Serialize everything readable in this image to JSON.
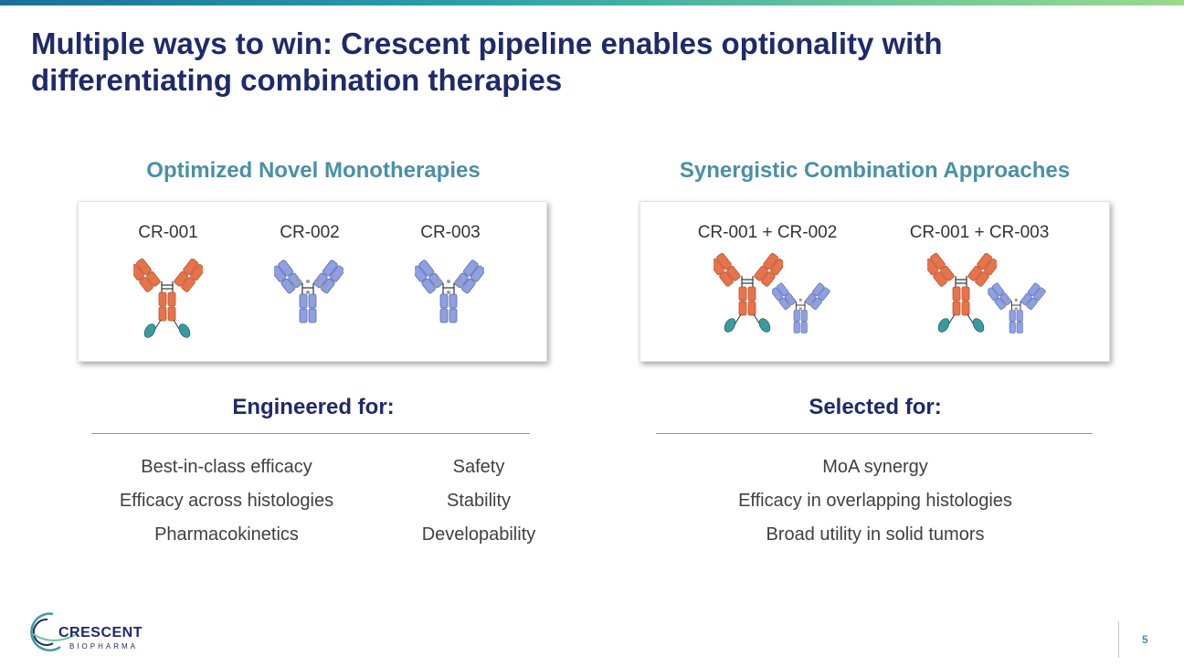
{
  "slide": {
    "title": "Multiple ways to win: Crescent pipeline enables optionality with differentiating combination therapies",
    "page_number": "5"
  },
  "left": {
    "heading": "Optimized Novel Monotherapies",
    "molecules": [
      "CR-001",
      "CR-002",
      "CR-003"
    ],
    "sub_heading": "Engineered for:",
    "column_1": [
      "Best-in-class efficacy",
      "Efficacy across histologies",
      "Pharmacokinetics"
    ],
    "column_2": [
      "Safety",
      "Stability",
      "Developability"
    ]
  },
  "right": {
    "heading": "Synergistic Combination Approaches",
    "combos": [
      "CR-001 + CR-002",
      "CR-001 + CR-003"
    ],
    "sub_heading": "Selected for:",
    "items": [
      "MoA synergy",
      "Efficacy in overlapping histologies",
      "Broad utility in solid tumors"
    ]
  },
  "logo": {
    "name": "CRESCENT",
    "sub": "BIOPHARMA"
  },
  "colors": {
    "title": "#1f2a6b",
    "section_heading": "#4a8fa8",
    "antibody_orange": "#e8734a",
    "antibody_blue": "#8fa0e0",
    "antibody_teal": "#3a9aa0"
  }
}
